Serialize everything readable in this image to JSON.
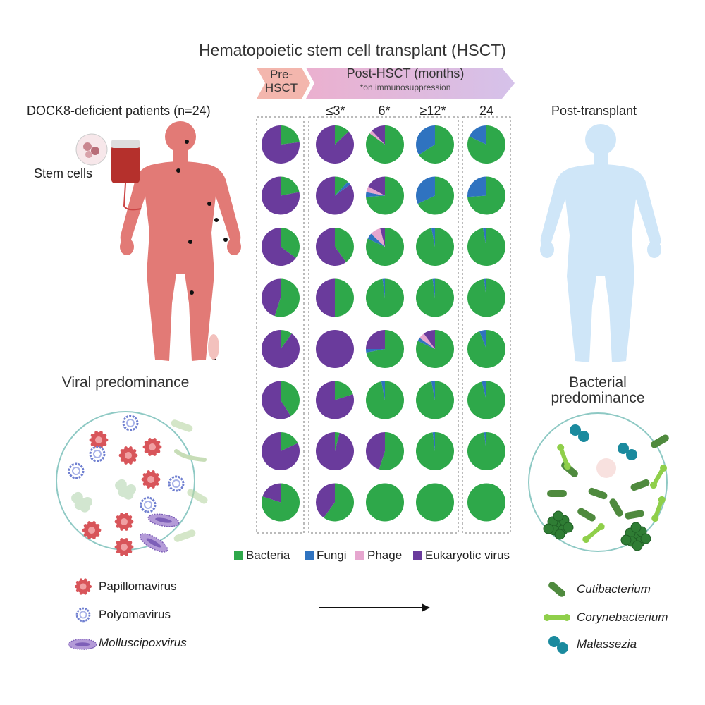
{
  "title": "Hematopoietic stem cell transplant (HSCT)",
  "timeline": {
    "pre_label": "Pre-HSCT",
    "post_label": "Post-HSCT (months)",
    "post_note": "*on immunosuppression",
    "timepoints": [
      "≤3*",
      "6*",
      "≥12*",
      "24"
    ]
  },
  "left_panel": {
    "title": "DOCK8-deficient patients (n=24)",
    "stem_cells_label": "Stem cells",
    "predominance": "Viral predominance",
    "legend": [
      {
        "name": "Papillomavirus",
        "italic": false
      },
      {
        "name": "Polyomavirus",
        "italic": false
      },
      {
        "name": "Molluscipoxvirus",
        "italic": true
      }
    ]
  },
  "right_panel": {
    "title": "Post-transplant",
    "predominance": "Bacterial predominance",
    "legend": [
      {
        "name": "Cutibacterium",
        "italic": true
      },
      {
        "name": "Corynebacterium",
        "italic": true
      },
      {
        "name": "Malassezia",
        "italic": true
      }
    ]
  },
  "colors": {
    "Bacteria": "#2ea84a",
    "Fungi": "#2f73c0",
    "Phage": "#e6a6cf",
    "Eukaryotic virus": "#6a3b9c",
    "patient_body": "#e27a76",
    "post_body": "#cfe6f8"
  },
  "chart_data": {
    "type": "pie",
    "categories": [
      "Bacteria",
      "Fungi",
      "Phage",
      "Eukaryotic virus"
    ],
    "columns": [
      "Pre-HSCT",
      "≤3*",
      "6*",
      "≥12*",
      "24"
    ],
    "rows": 8,
    "values": [
      [
        [
          0.23,
          0,
          0,
          0.77
        ],
        [
          0.13,
          0,
          0,
          0.87
        ],
        [
          0.85,
          0,
          0.03,
          0.12
        ],
        [
          0.66,
          0.34,
          0,
          0
        ],
        [
          0.82,
          0.18,
          0,
          0
        ]
      ],
      [
        [
          0.22,
          0,
          0,
          0.78
        ],
        [
          0.12,
          0.03,
          0,
          0.85
        ],
        [
          0.74,
          0.04,
          0.05,
          0.17
        ],
        [
          0.68,
          0.32,
          0,
          0
        ],
        [
          0.74,
          0.26,
          0,
          0
        ]
      ],
      [
        [
          0.35,
          0,
          0,
          0.65
        ],
        [
          0.4,
          0,
          0,
          0.6
        ],
        [
          0.82,
          0.05,
          0.09,
          0.04
        ],
        [
          0.97,
          0.03,
          0,
          0
        ],
        [
          0.97,
          0.03,
          0,
          0
        ]
      ],
      [
        [
          0.55,
          0,
          0,
          0.45
        ],
        [
          0.5,
          0,
          0,
          0.5
        ],
        [
          0.98,
          0.02,
          0,
          0
        ],
        [
          0.98,
          0.02,
          0,
          0
        ],
        [
          0.98,
          0.02,
          0,
          0
        ]
      ],
      [
        [
          0.1,
          0,
          0,
          0.9
        ],
        [
          0,
          0,
          0,
          1.0
        ],
        [
          0.72,
          0.03,
          0,
          0.25
        ],
        [
          0.82,
          0.03,
          0.05,
          0.1
        ],
        [
          0.94,
          0.06,
          0,
          0
        ]
      ],
      [
        [
          0.41,
          0,
          0,
          0.59
        ],
        [
          0.2,
          0,
          0,
          0.8
        ],
        [
          0.97,
          0.03,
          0,
          0
        ],
        [
          0.97,
          0.03,
          0,
          0
        ],
        [
          0.96,
          0.04,
          0,
          0
        ]
      ],
      [
        [
          0.18,
          0,
          0,
          0.82
        ],
        [
          0.04,
          0,
          0,
          0.96
        ],
        [
          0.55,
          0,
          0,
          0.45
        ],
        [
          0.98,
          0.02,
          0,
          0
        ],
        [
          0.98,
          0.02,
          0,
          0
        ]
      ],
      [
        [
          0.8,
          0,
          0,
          0.2
        ],
        [
          0.6,
          0,
          0,
          0.4
        ],
        [
          1.0,
          0,
          0,
          0
        ],
        [
          1.0,
          0,
          0,
          0
        ],
        [
          1.0,
          0,
          0,
          0
        ]
      ]
    ]
  }
}
